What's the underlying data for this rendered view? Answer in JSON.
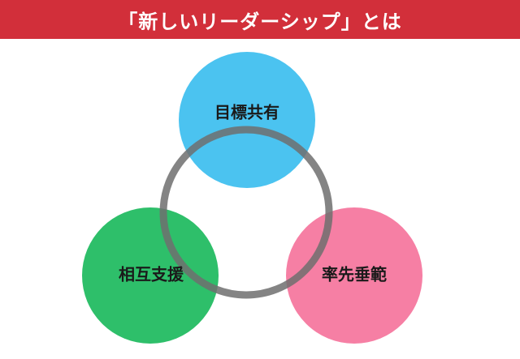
{
  "header": {
    "title": "「新しいリーダーシップ」とは",
    "bg_color": "#d22f3a"
  },
  "diagram": {
    "ring_color": "#6e6e6e",
    "nodes": [
      {
        "label": "目標共有",
        "color": "#4bc3f0"
      },
      {
        "label": "相互支援",
        "color": "#2ebf6a"
      },
      {
        "label": "率先垂範",
        "color": "#f67fa4"
      }
    ]
  }
}
